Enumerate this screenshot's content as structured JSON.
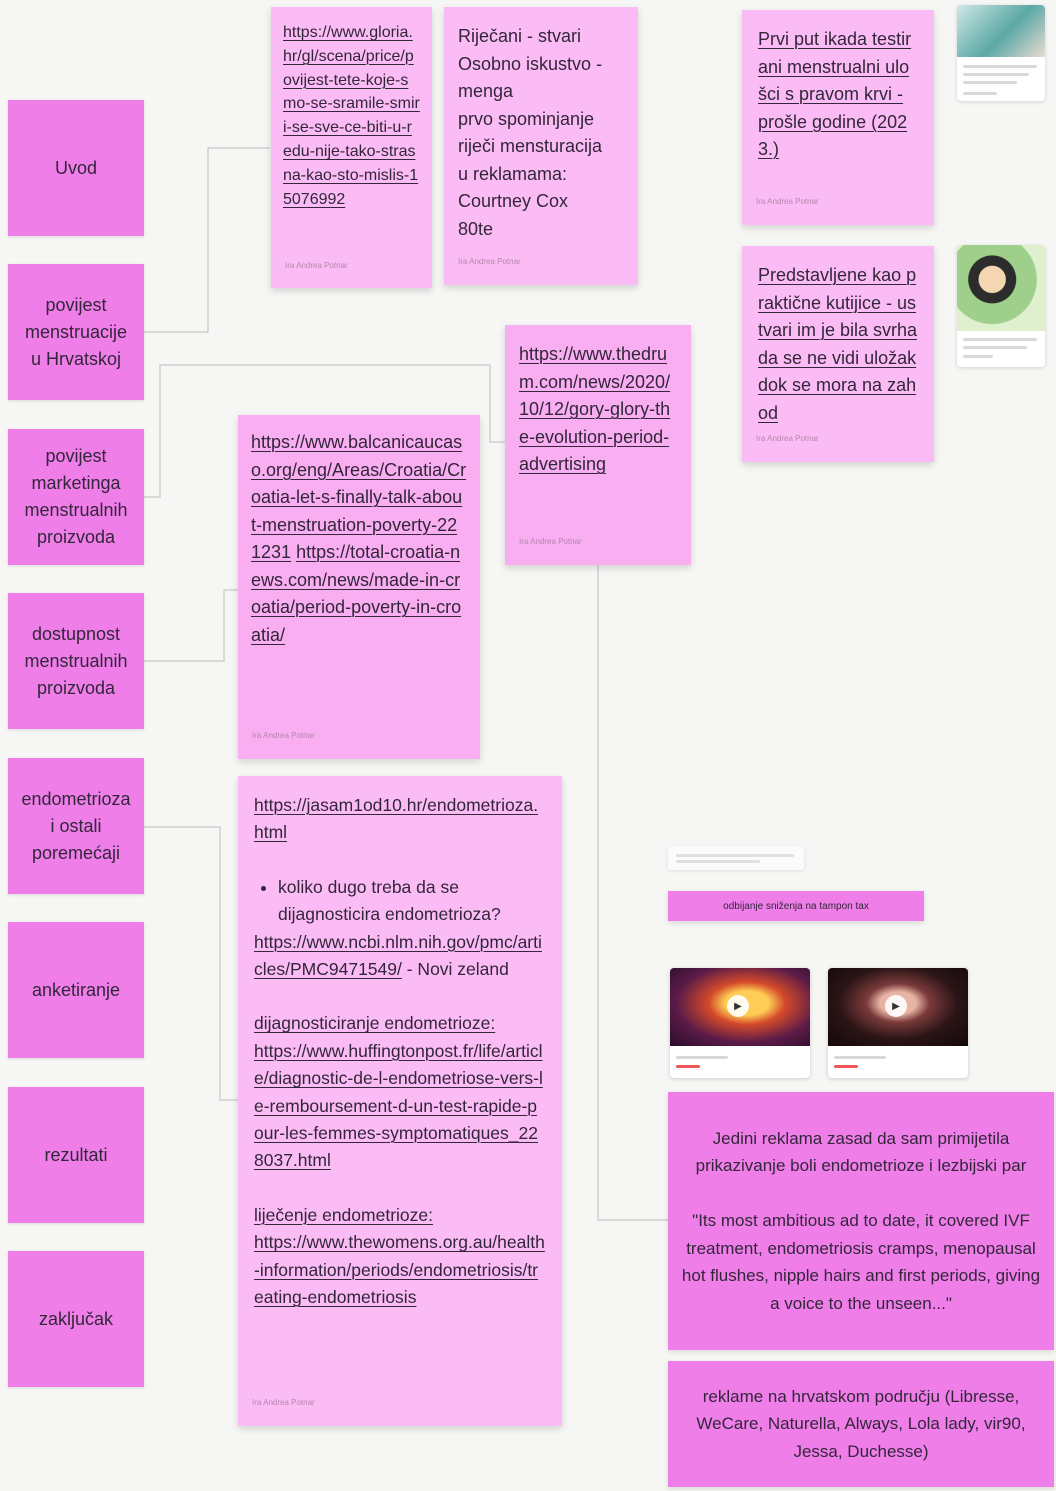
{
  "sections": [
    "Uvod",
    "povijest\nmenstruacije\nu Hrvatskoj",
    "povijest\nmarketinga\nmenstrualnih\nproizvoda",
    "dostupnost\nmenstrualnih\nproizvoda",
    "endometrioza\ni ostali\nporemećaji",
    "anketiranje",
    "rezultati",
    "zaključak"
  ],
  "notes": {
    "gloria": {
      "link": "https://www.gloria.hr/gl/scena/price/povijest-tete-koje-smo-se-sramile-smiri-se-sve-ce-biti-u-redu-nije-tako-strasna-kao-sto-mislis-15076992",
      "author": "Ira Andrea Potnar"
    },
    "rijecani": {
      "text": "Riječani - stvari\nOsobno iskustvo -\nmenga\nprvo spominjanje\nriječi mensturacija\nu reklamama:\nCourtney Cox\n80te",
      "author": "Ira Andrea Potnar"
    },
    "prvi_put": {
      "text": "Prvi put ikada testirani menstrualni ulošci s pravom krvi - prošle godine (2023.)",
      "author": "Ira Andrea Potnar"
    },
    "predstavljene": {
      "text": "Predstavljene kao praktične kutijice - ustvari im je bila svrha da se ne vidi uložak dok se mora na zahod",
      "author": "Ira Andrea Potnar"
    },
    "thedrum": {
      "link": "https://www.thedrum.com/news/2020/10/12/gory-glory-the-evolution-period-advertising",
      "author": "Ira Andrea Potnar"
    },
    "balcanica": {
      "link1": "https://www.balcanicaucaso.org/eng/Areas/Croatia/Croatia-let-s-finally-talk-about-menstruation-poverty-221231",
      "link2": "https://total-croatia-news.com/news/made-in-croatia/period-poverty-in-croatia/",
      "author": "Ira Andrea Potnar"
    },
    "endo": {
      "link1": "https://jasam1od10.hr/endometrioza.html",
      "bullet": "koliko dugo treba da se dijagnosticira endometrioza?",
      "link2": "https://www.ncbi.nlm.nih.gov/pmc/articles/PMC9471549/",
      "suffix": " - Novi zeland",
      "label3": "dijagnosticiranje endometrioze:",
      "link3": "https://www.huffingtonpost.fr/life/article/diagnostic-de-l-endometriose-vers-le-remboursement-d-un-test-rapide-pour-les-femmes-symptomatiques_228037.html",
      "label4": "liječenje endometrioze:",
      "link4": "https://www.thewomens.org.au/health-information/periods/endometriosis/treating-endometriosis",
      "author": "Ira Andrea Potnar"
    }
  },
  "tampon_bar": "odbijanje sniženja na tampon tax",
  "jedini": "Jedini reklama zasad da sam primijetila prikazivanje boli endometrioze i  lezbijski par\n\n\"Its most ambitious ad to date, it covered IVF treatment, endometriosis cramps, menopausal hot flushes, nipple hairs and first periods, giving a voice to the unseen...\"",
  "reklame": "reklame na hrvatskom području (Libresse, WeCare, Naturella, Always, Lola lady, vir90, Jessa, Duchesse)",
  "colors": {
    "section": "#ef7ee9",
    "sticky": "#fbbcf5",
    "canvas": "#f6f6f4"
  },
  "icons": [
    "play-icon"
  ]
}
